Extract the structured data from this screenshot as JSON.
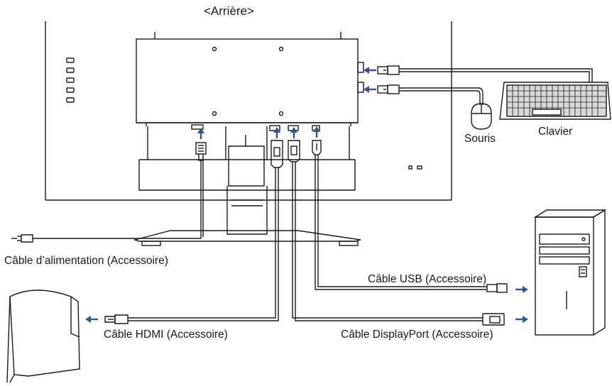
{
  "title": "<Arrière>",
  "labels": {
    "mouse": "Souris",
    "keyboard": "Clavier",
    "power_cable": "Câble d’alimentation (Accessoire)",
    "usb_cable": "Câble USB (Accessoire)",
    "hdmi_cable": "Câble HDMI (Accessoire)",
    "displayport_cable": "Câble DisplayPort (Accessoire)"
  },
  "colors": {
    "line": "#1a1a1a",
    "arrow": "#2f5597",
    "background": "#ffffff"
  }
}
